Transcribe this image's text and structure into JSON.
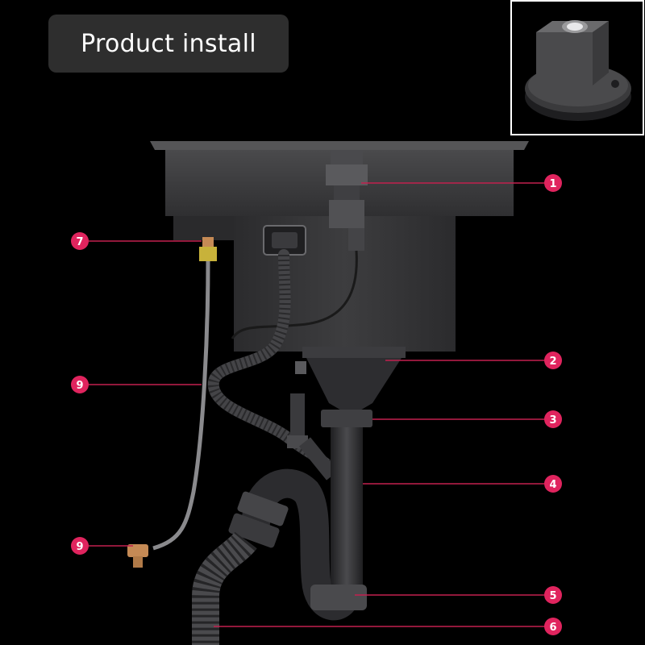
{
  "title": "Product install",
  "colors": {
    "background": "#000000",
    "title_box": "#2e2e2e",
    "callout_badge": "#e0245e",
    "leader_line": "#c2204f",
    "sink_body": "#3a3a3c",
    "pipe": "#2a2a2c",
    "brass": "#c58a55"
  },
  "callouts": [
    {
      "id": "c1",
      "number": "1"
    },
    {
      "id": "c2",
      "number": "2"
    },
    {
      "id": "c3",
      "number": "3"
    },
    {
      "id": "c4",
      "number": "4"
    },
    {
      "id": "c5",
      "number": "5"
    },
    {
      "id": "c6",
      "number": "6"
    },
    {
      "id": "c7",
      "number": "7"
    },
    {
      "id": "c9a",
      "number": "9"
    },
    {
      "id": "c9b",
      "number": "9"
    }
  ],
  "inset_icon": "air-switch-button-icon"
}
